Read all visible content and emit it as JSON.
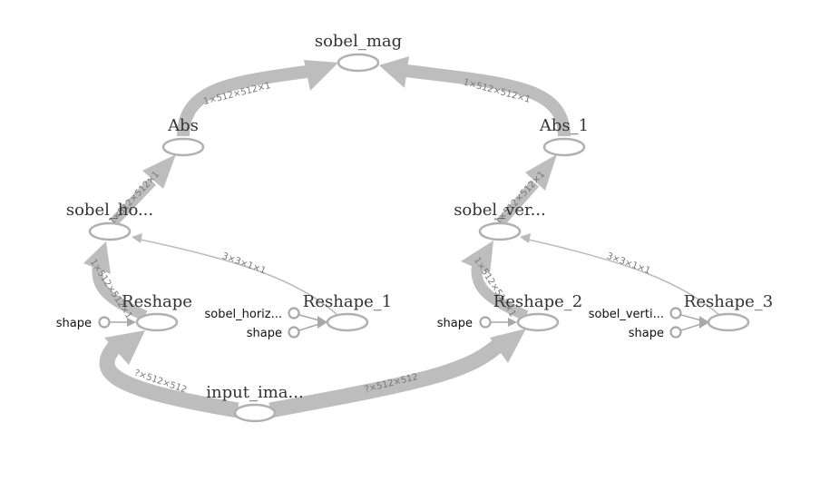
{
  "graph": {
    "nodes": {
      "sobel_mag": "sobel_mag",
      "abs": "Abs",
      "abs_1": "Abs_1",
      "sobel_hor": "sobel_ho...",
      "sobel_ver": "sobel_ver...",
      "reshape": "Reshape",
      "reshape_1": "Reshape_1",
      "reshape_2": "Reshape_2",
      "reshape_3": "Reshape_3",
      "input_image": "input_ima..."
    },
    "ports": {
      "reshape_shape": "shape",
      "reshape_1_sobel_horiz": "sobel_horiz...",
      "reshape_1_shape": "shape",
      "reshape_2_shape": "shape",
      "reshape_3_sobel_verti": "sobel_verti...",
      "reshape_3_shape": "shape"
    },
    "edges": {
      "abs_to_mag": "1×512×512×1",
      "abs1_to_mag": "1×512×512×1",
      "hor_to_abs": "1×512×512×1",
      "ver_to_abs1": "1×512×512×1",
      "reshape_to_hor": "1×512×512×1",
      "reshape1_to_hor": "3×3×1×1",
      "reshape2_to_ver": "1×512×512×1",
      "reshape3_to_ver": "3×3×1×1",
      "input_to_reshape": "?×512×512",
      "input_to_reshape2": "?×512×512"
    },
    "colors": {
      "edge": "#bdbdbd",
      "node_stroke": "#b0b0b0",
      "text": "#333333"
    }
  }
}
